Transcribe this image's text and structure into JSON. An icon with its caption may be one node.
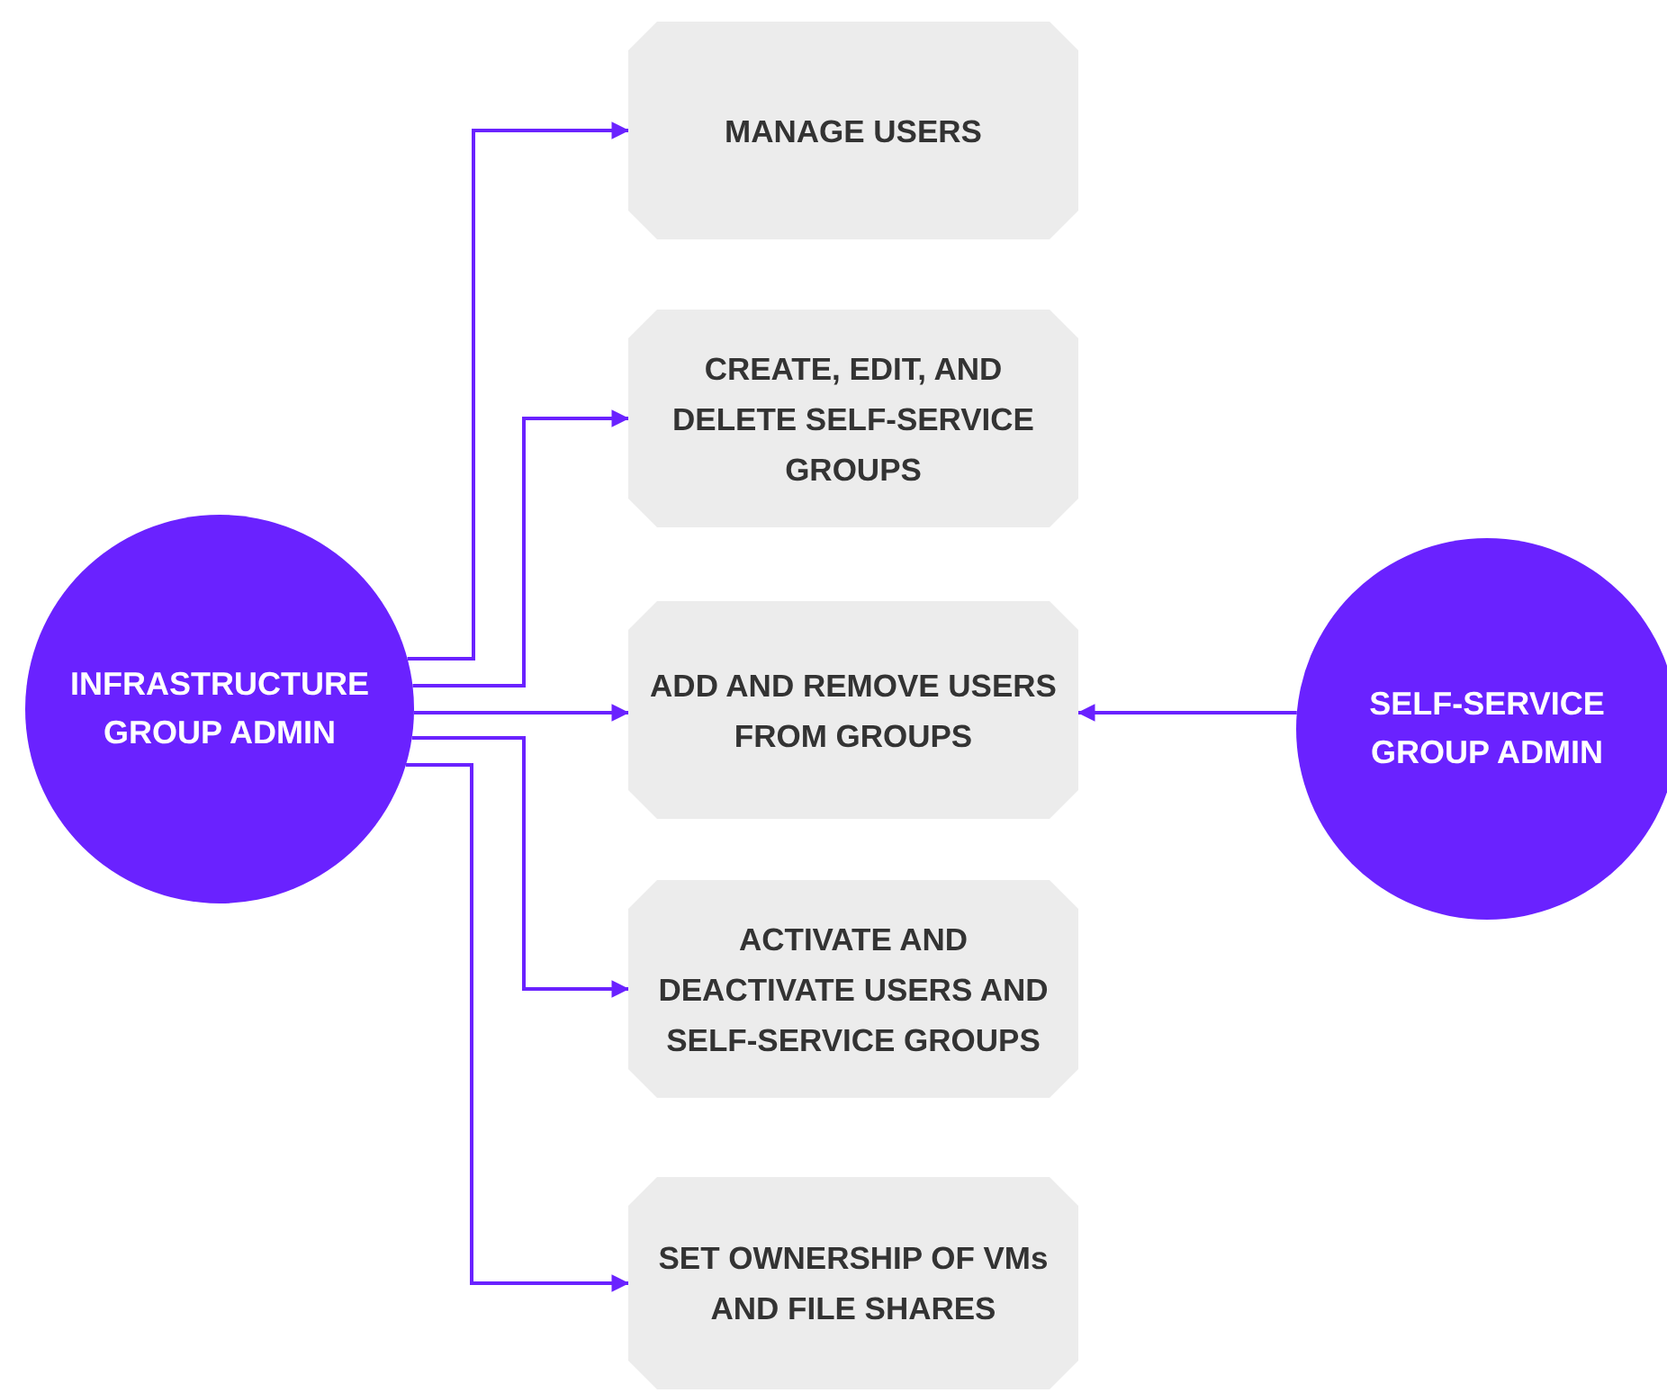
{
  "diagram": {
    "nodes": [
      {
        "text": [
          "INFRASTRUCTURE GROUP ADMIN"
        ]
      },
      {
        "text": [
          "MANAGE USERS"
        ]
      },
      {
        "text": [
          "CREATE, EDIT, AND DELETE SELF-SERVICE GROUPS"
        ]
      },
      {
        "text": [
          "ADD AND REMOVE USERS FROM GROUPS"
        ]
      },
      {
        "text": [
          "ACTIVATE AND DEACTIVATE USERS AND SELF-SERVICE GROUPS"
        ]
      },
      {
        "text": [
          "SET OWNERSHIP OF VMs AND FILE SHARES"
        ]
      },
      {
        "text": [
          "SELF-SERVICE GROUP ADMIN"
        ]
      }
    ],
    "edges": [
      {
        "from": 0,
        "to": 1,
        "arrow": "to"
      },
      {
        "from": 0,
        "to": 2,
        "arrow": "to"
      },
      {
        "from": 0,
        "to": 3,
        "arrow": "to"
      },
      {
        "from": 0,
        "to": 4,
        "arrow": "to"
      },
      {
        "from": 0,
        "to": 5,
        "arrow": "to"
      },
      {
        "from": 6,
        "to": 3,
        "arrow": "to"
      }
    ]
  }
}
